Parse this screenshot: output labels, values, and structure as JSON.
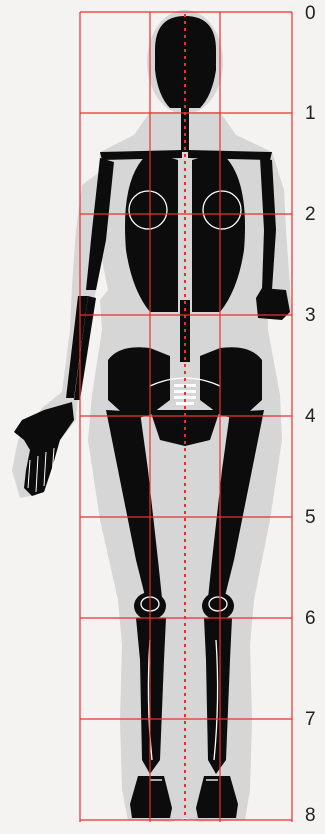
{
  "scale": {
    "labels": [
      "0",
      "1",
      "2",
      "3",
      "4",
      "5",
      "6",
      "7",
      "8"
    ]
  },
  "colors": {
    "grid": "#e8312f",
    "skeleton": "#0c0c0c",
    "silhouette": "#d6d6d6",
    "background": "#f4f3f1",
    "bone_highlight": "#ffffff"
  }
}
